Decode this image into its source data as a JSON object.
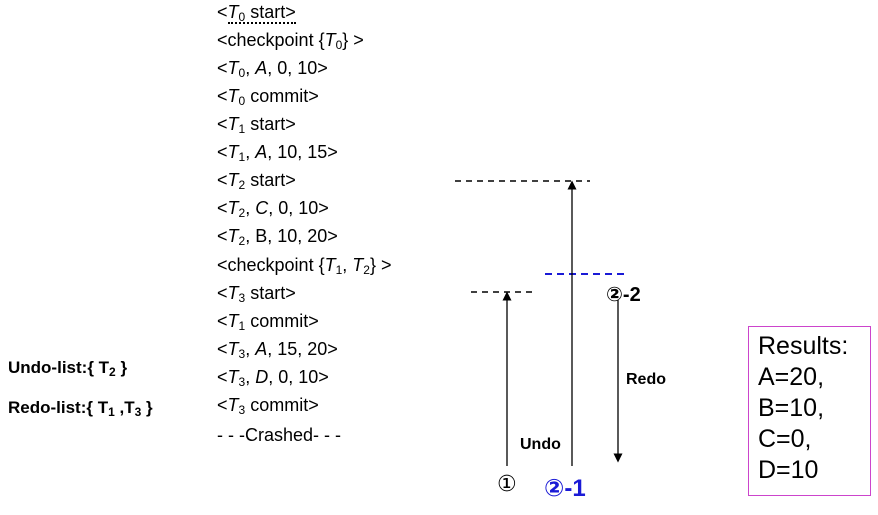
{
  "log": {
    "l0": {
      "pre": "<",
      "t": "T",
      "sub": "0",
      "post": " start>"
    },
    "l1": {
      "pre": "<checkpoint {",
      "t": "T",
      "sub": "0",
      "post": "} >"
    },
    "l2": {
      "pre": "<",
      "t": "T",
      "sub": "0",
      "mid": ", ",
      "var": "A",
      "post": ", 0, 10>"
    },
    "l3": {
      "pre": "<",
      "t": "T",
      "sub": "0",
      "post": " commit>"
    },
    "l4": {
      "pre": "<",
      "t": "T",
      "sub": "1",
      "post": " start>"
    },
    "l5": {
      "pre": "<",
      "t": "T",
      "sub": "1",
      "mid": ", ",
      "var": "A",
      "post": ", 10, 15>"
    },
    "l6": {
      "pre": "<",
      "t": "T",
      "sub": "2",
      "post": " start>"
    },
    "l7": {
      "pre": "<",
      "t": "T",
      "sub": "2",
      "mid": ", ",
      "var": "C",
      "post": ", 0, 10>"
    },
    "l8": {
      "pre": "<",
      "t": "T",
      "sub": "2",
      "post": ", B, 10, 20>"
    },
    "l9": {
      "pre": "<checkpoint {",
      "t": "T",
      "sub": "1",
      "mid": ", ",
      "t2": "T",
      "sub2": "2",
      "post": "} >"
    },
    "l10": {
      "pre": "<",
      "t": "T",
      "sub": "3",
      "post": " start>"
    },
    "l11": {
      "pre": "<",
      "t": "T",
      "sub": "1",
      "post": " commit>"
    },
    "l12": {
      "pre": "<",
      "t": "T",
      "sub": "3",
      "mid": ", ",
      "var": "A",
      "post": ", 15, 20>"
    },
    "l13": {
      "pre": "<",
      "t": "T",
      "sub": "3",
      "mid": ", ",
      "var": "D",
      "post": ", 0, 10>"
    },
    "l14": {
      "pre": "<",
      "t": "T",
      "sub": "3",
      "post": " commit>"
    },
    "l15": {
      "text": "- - -Crashed- - -"
    }
  },
  "undo_list": {
    "prefix": "Undo-list:{ T",
    "sub": "2",
    "suffix": " }"
  },
  "redo_list": {
    "prefix": "Redo-list:{ T",
    "sub1": "1",
    "mid": " ,T",
    "sub2": "3",
    "suffix": " }"
  },
  "labels": {
    "undo": "Undo",
    "redo": "Redo",
    "marker1": "①",
    "marker2_1": "②-1",
    "marker2_2": "②-2"
  },
  "results": {
    "title": "Results:",
    "lines": [
      "A=20,",
      "B=10,",
      "C=0,",
      "D=10"
    ]
  },
  "colors": {
    "text": "#000000",
    "blue": "#1a1ad6",
    "results_border": "#cc44cc"
  }
}
